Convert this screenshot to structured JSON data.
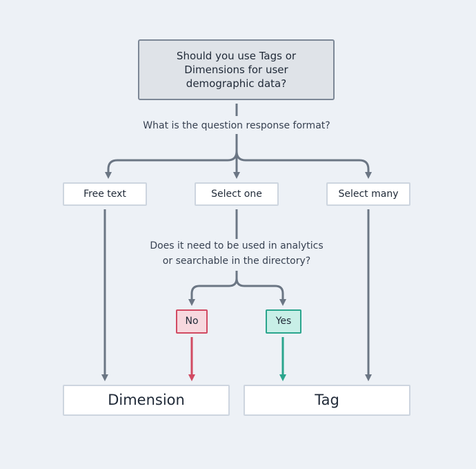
{
  "flowchart": {
    "root_question": "Should you use Tags or Dimensions for user demographic data?",
    "format_question": "What is the question response format?",
    "options": {
      "free_text": "Free text",
      "select_one": "Select one",
      "select_many": "Select many"
    },
    "analytics_question": {
      "line1": "Does it need to be used in analytics",
      "line2": "or searchable in the directory?"
    },
    "answers": {
      "no": "No",
      "yes": "Yes"
    },
    "results": {
      "dimension": "Dimension",
      "tag": "Tag"
    }
  },
  "colors": {
    "background": "#edf1f6",
    "connector": "#6b7684",
    "no_stroke": "#d14a62",
    "yes_stroke": "#2aa58d"
  }
}
